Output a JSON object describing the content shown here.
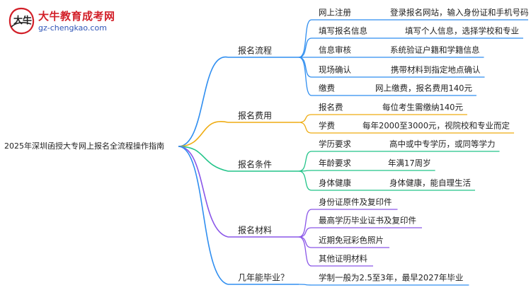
{
  "logo": {
    "title": "大牛教育成考网",
    "url": "gz-chengkao.com",
    "mark_text": "大牛"
  },
  "mindmap": {
    "root": "2025年深圳函授大专网上报名全流程操作指南",
    "branches": [
      {
        "label": "报名流程",
        "color": "#2f8ef0",
        "children": [
          {
            "label": "网上注册",
            "detail": "登录报名网站，输入身份证和手机号码"
          },
          {
            "label": "填写报名信息",
            "detail": "填写个人信息，选择学校和专业"
          },
          {
            "label": "信息审核",
            "detail": "系统验证户籍和学籍信息"
          },
          {
            "label": "现场确认",
            "detail": "携带材料到指定地点确认"
          },
          {
            "label": "缴费",
            "detail": "网上缴费，报名费用140元"
          }
        ]
      },
      {
        "label": "报名费用",
        "color": "#efac12",
        "children": [
          {
            "label": "报名费",
            "detail": "每位考生需缴纳140元"
          },
          {
            "label": "学费",
            "detail": "每年2000至3000元，视院校和专业而定"
          }
        ]
      },
      {
        "label": "报名条件",
        "color": "#22c489",
        "children": [
          {
            "label": "学历要求",
            "detail": "高中或中专学历，或同等学力"
          },
          {
            "label": "年龄要求",
            "detail": "年满17周岁"
          },
          {
            "label": "身体健康",
            "detail": "身体健康，能自理生活"
          }
        ]
      },
      {
        "label": "报名材料",
        "color": "#8a56e8",
        "children": [
          {
            "label": "身份证原件及复印件",
            "detail": ""
          },
          {
            "label": "最高学历毕业证书及复印件",
            "detail": ""
          },
          {
            "label": "近期免冠彩色照片",
            "detail": ""
          },
          {
            "label": "其他证明材料",
            "detail": ""
          }
        ]
      },
      {
        "label": "几年能毕业？",
        "color": "#2f8ef0",
        "children": [
          {
            "label": "学制一般为2.5至3年，最早2027年毕业",
            "detail": ""
          }
        ]
      }
    ]
  }
}
